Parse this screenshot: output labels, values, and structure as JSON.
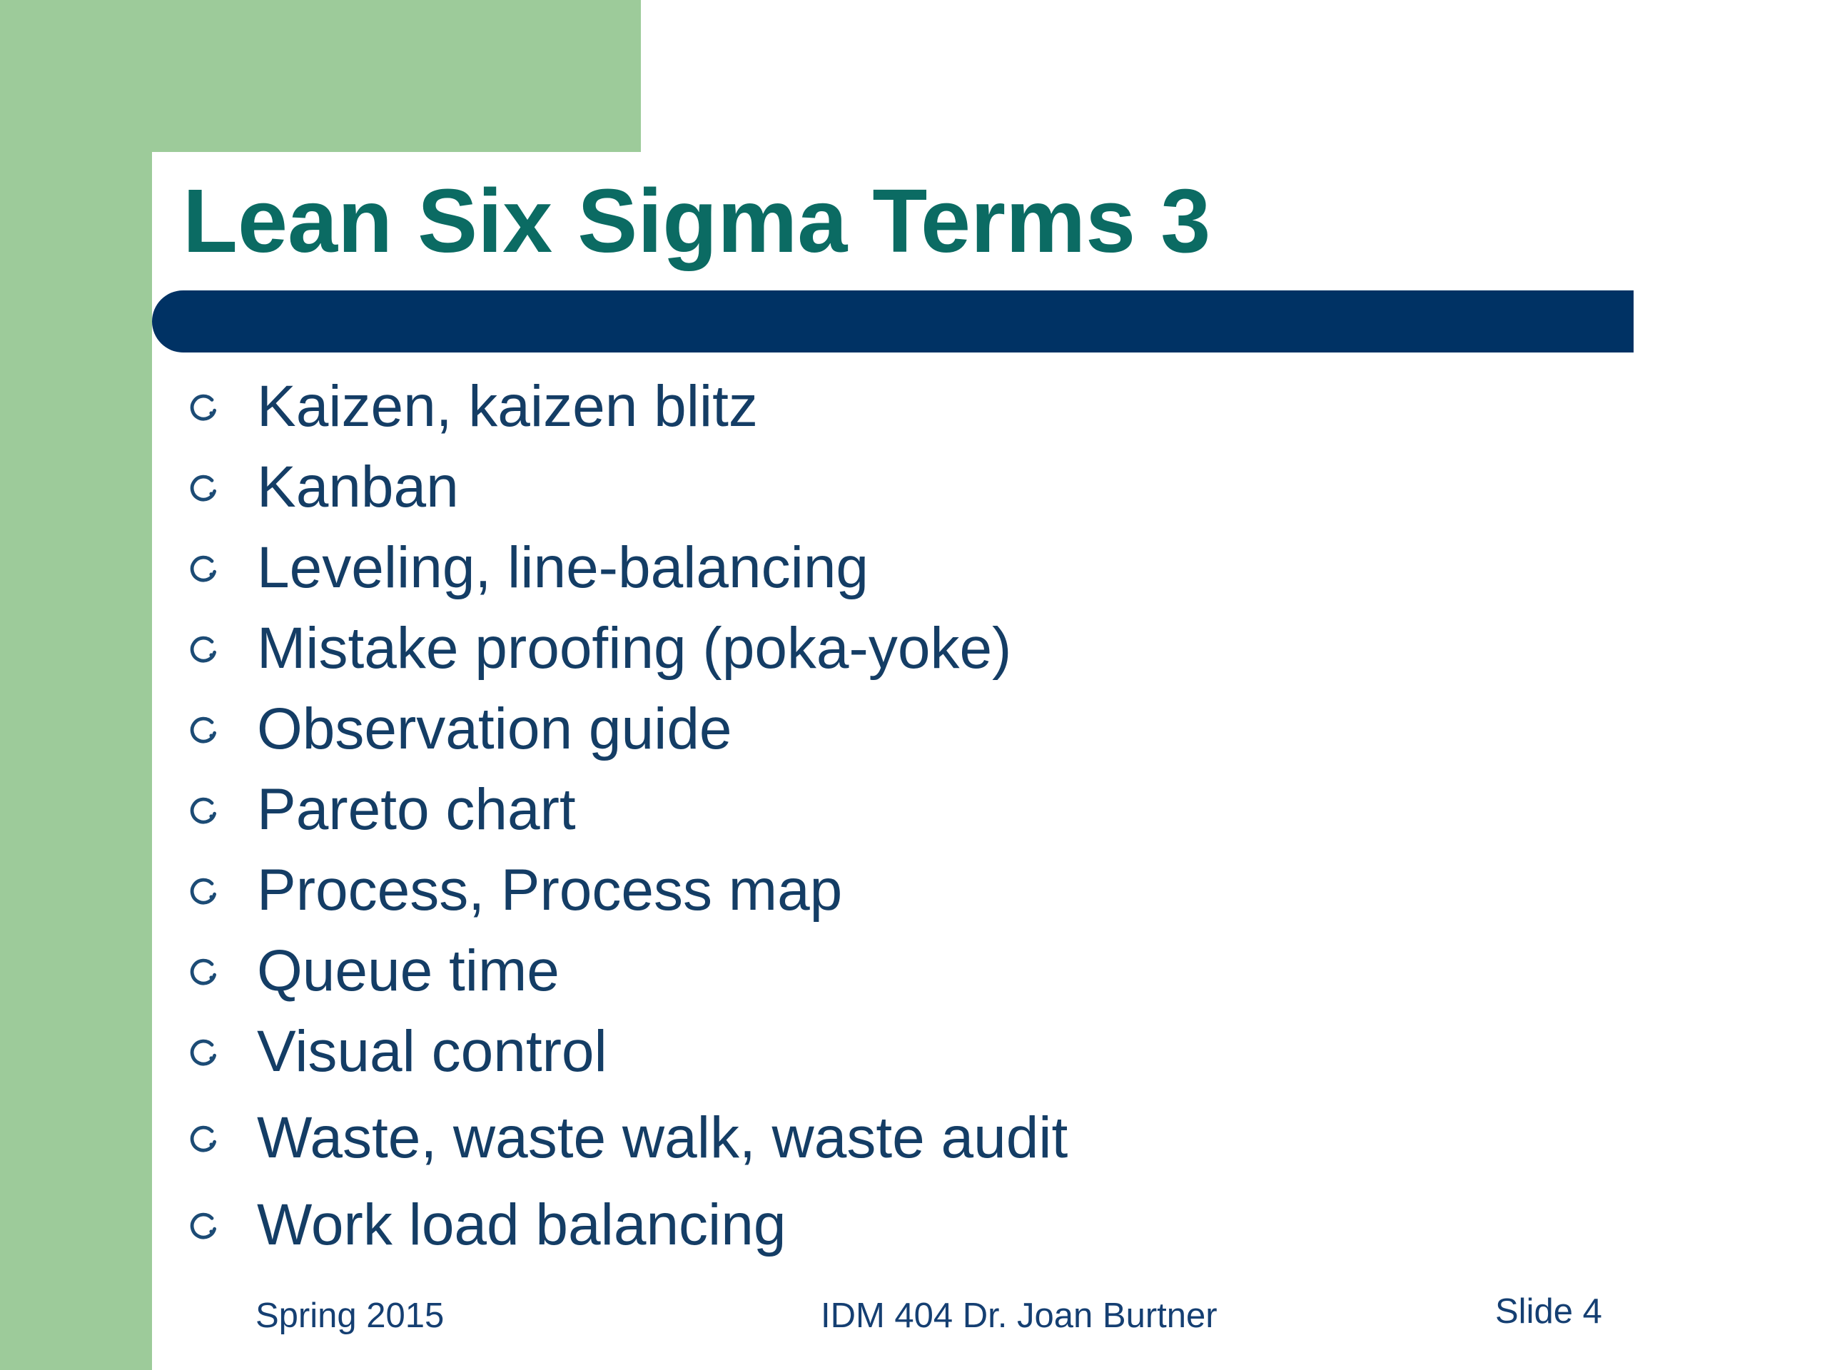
{
  "slide": {
    "title": "Lean Six Sigma Terms 3",
    "bullets": [
      "Kaizen,  kaizen blitz",
      "Kanban",
      "Leveling, line-balancing",
      "Mistake proofing (poka-yoke)",
      "Observation guide",
      "Pareto chart",
      "Process, Process map",
      "Queue time",
      "Visual control",
      "Waste, waste walk, waste audit",
      "Work load balancing"
    ],
    "footer": {
      "left": "Spring 2015",
      "center": "IDM 404 Dr. Joan Burtner",
      "right": "Slide 4"
    }
  },
  "colors": {
    "green": "#9dcb9a",
    "navy": "#003264",
    "title_teal": "#0b6b63",
    "text_navy": "#143d65",
    "bullet": "#1c4b75",
    "footer": "#153f72"
  },
  "icons": {
    "bullet": "open-circle-bullet-icon"
  }
}
